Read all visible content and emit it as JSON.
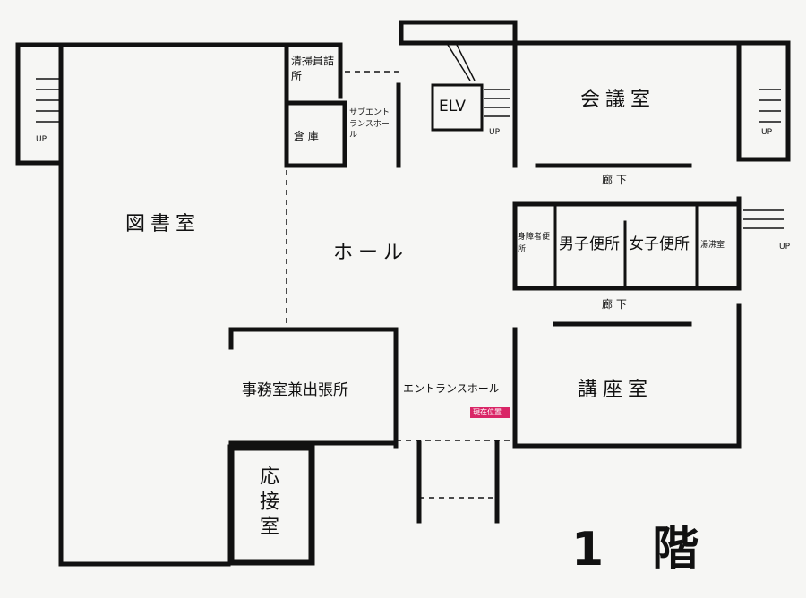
{
  "title": "1 階",
  "rooms": {
    "library": "図書室",
    "hall": "ホール",
    "office": "事務室兼出張所",
    "reception": "応接室",
    "cleaning": "清掃員詰所",
    "storage": "倉 庫",
    "sub_entrance": "サブエントランスホール",
    "elevator": "ELV",
    "conference": "会議室",
    "corridor_top": "廊 下",
    "corridor_bottom": "廊 下",
    "accessible_wc": "身障者便所",
    "mens_wc": "男子便所",
    "womens_wc": "女子便所",
    "janitor": "湯沸室",
    "lecture": "講座室",
    "entrance": "エントランスホール",
    "current_location": "現在位置"
  },
  "stairs": {
    "up_left": "UP",
    "up_elv": "UP",
    "up_right": "UP",
    "up_outside": "UP"
  },
  "colors": {
    "line": "#111111",
    "marker": "#d4004c",
    "paper": "#f6f6f4"
  }
}
